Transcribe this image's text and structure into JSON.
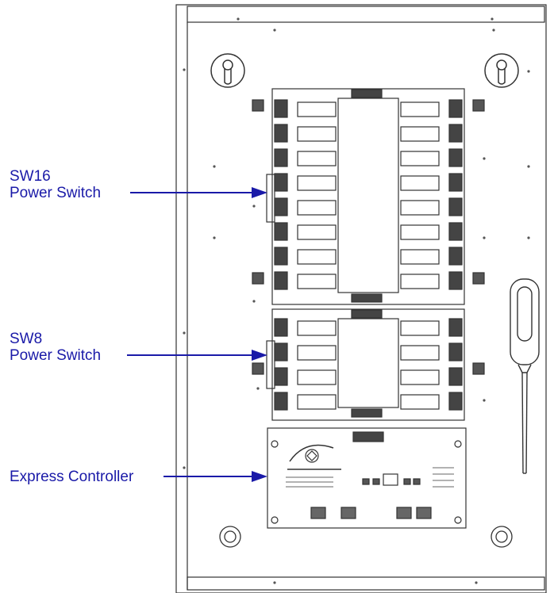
{
  "callouts": {
    "sw16": {
      "line1": "SW16",
      "line2": "Power Switch"
    },
    "sw8": {
      "line1": "SW8",
      "line2": "Power Switch"
    },
    "controller": {
      "line1": "Express Controller"
    }
  },
  "colors": {
    "callout_text": "#1a1aa8",
    "arrow": "#1a1aa8",
    "drawing_line": "#333333",
    "background": "#ffffff"
  },
  "icons": [
    "keyhole-icon",
    "screwdriver-icon",
    "mounting-hole-icon",
    "logo-icon"
  ]
}
